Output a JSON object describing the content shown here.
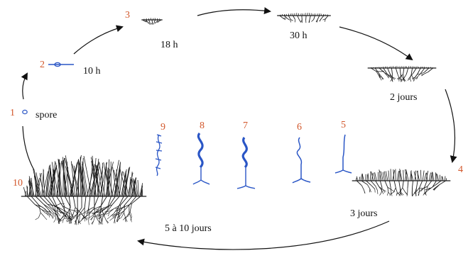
{
  "colors": {
    "number": "#d2572b",
    "text": "#111111",
    "hypha": "#1a1a1a",
    "conidiophore": "#2a56c6",
    "arrow": "#111111"
  },
  "stages": [
    {
      "number": "1",
      "label": "spore"
    },
    {
      "number": "2",
      "label": "10 h"
    },
    {
      "number": "3",
      "label": "18 h"
    },
    {
      "number": "",
      "label": "30 h"
    },
    {
      "number": "",
      "label": "2 jours"
    },
    {
      "number": "4",
      "label": "3 jours"
    },
    {
      "number": "10",
      "label": "5 à 10 jours"
    }
  ],
  "conidiophores": [
    "9",
    "8",
    "7",
    "6",
    "5"
  ]
}
